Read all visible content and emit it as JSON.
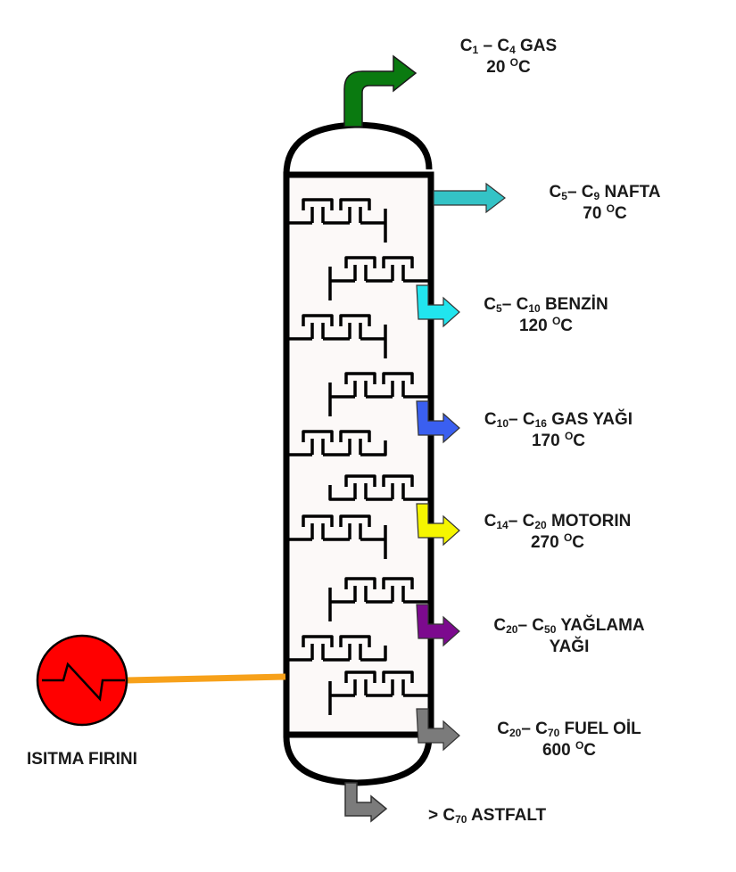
{
  "diagram": {
    "title": "Fractional distillation column",
    "column_fill": "#fcf9f8",
    "furnace": {
      "label": "ISITMA FIRINI",
      "color": "#ff0000",
      "feed_line_color": "#f7a11a"
    },
    "products": [
      {
        "id": "gas",
        "c_from": "1",
        "c_to": "4",
        "dash": " – ",
        "name": "GAS",
        "temp": "20",
        "unit": "C",
        "deg": "O",
        "color": "#0a7a10"
      },
      {
        "id": "nafta",
        "c_from": "5",
        "c_to": "9",
        "dash": "– ",
        "name": "NAFTA",
        "temp": "70",
        "unit": "C",
        "deg": "O",
        "color": "#34c3c6"
      },
      {
        "id": "benzin",
        "c_from": "5",
        "c_to": "10",
        "dash": "– ",
        "name": "BENZİN",
        "temp": "120",
        "unit": "C",
        "deg": "O",
        "color": "#21e5ee"
      },
      {
        "id": "gas-yagi",
        "c_from": "10",
        "c_to": "16",
        "dash": "– ",
        "name": "GAS YAĞI",
        "temp": "170",
        "unit": "C",
        "deg": "O",
        "color": "#3a5ff0"
      },
      {
        "id": "motorin",
        "c_from": "14",
        "c_to": "20",
        "dash": "– ",
        "name": "MOTORIN",
        "temp": "270",
        "unit": "C",
        "deg": "O",
        "color": "#f5f500"
      },
      {
        "id": "yaglama-yagi",
        "c_from": "20",
        "c_to": "50",
        "dash": "– ",
        "name": "YAĞLAMA",
        "name2": "YAĞI",
        "color": "#7c0a8e"
      },
      {
        "id": "fuel-oil",
        "c_from": "20",
        "c_to": "70",
        "dash": "– ",
        "name": "FUEL OİL",
        "temp": "600",
        "unit": "C",
        "deg": "O",
        "color": "#7b7b7b"
      },
      {
        "id": "astfalt",
        "prefix": "> C",
        "c_to": "70",
        "name": "ASTFALT",
        "color": "#7b7b7b"
      }
    ]
  }
}
